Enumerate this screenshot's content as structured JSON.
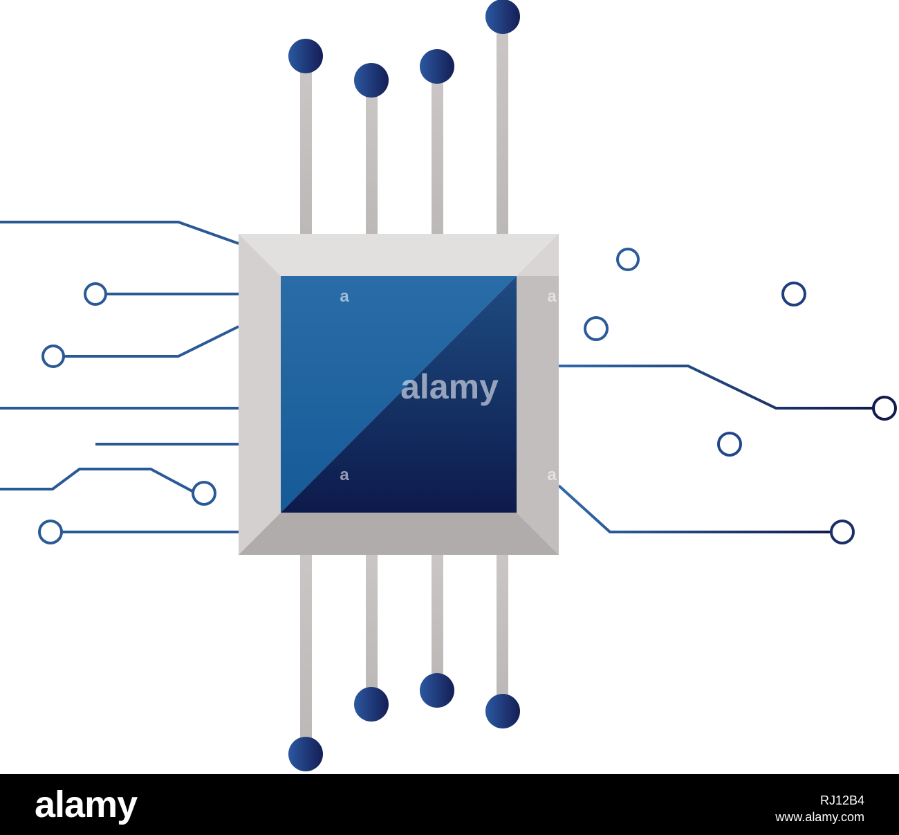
{
  "illustration": {
    "subject": "processor-chip",
    "colors": {
      "background": "#ffffff",
      "circuit_trace": "#2a5a96",
      "pin_metal": "#c7c3c2",
      "node_fill": "#1a3a78",
      "chip_frame": "#d6d3d2",
      "chip_core_light": "#2a6aa6",
      "chip_core_dark": "#101e50"
    }
  },
  "watermark": {
    "brand": "alamy",
    "small_mark": "a"
  },
  "footer": {
    "logo": "alamy",
    "image_id": "RJ12B4",
    "url": "www.alamy.com"
  }
}
